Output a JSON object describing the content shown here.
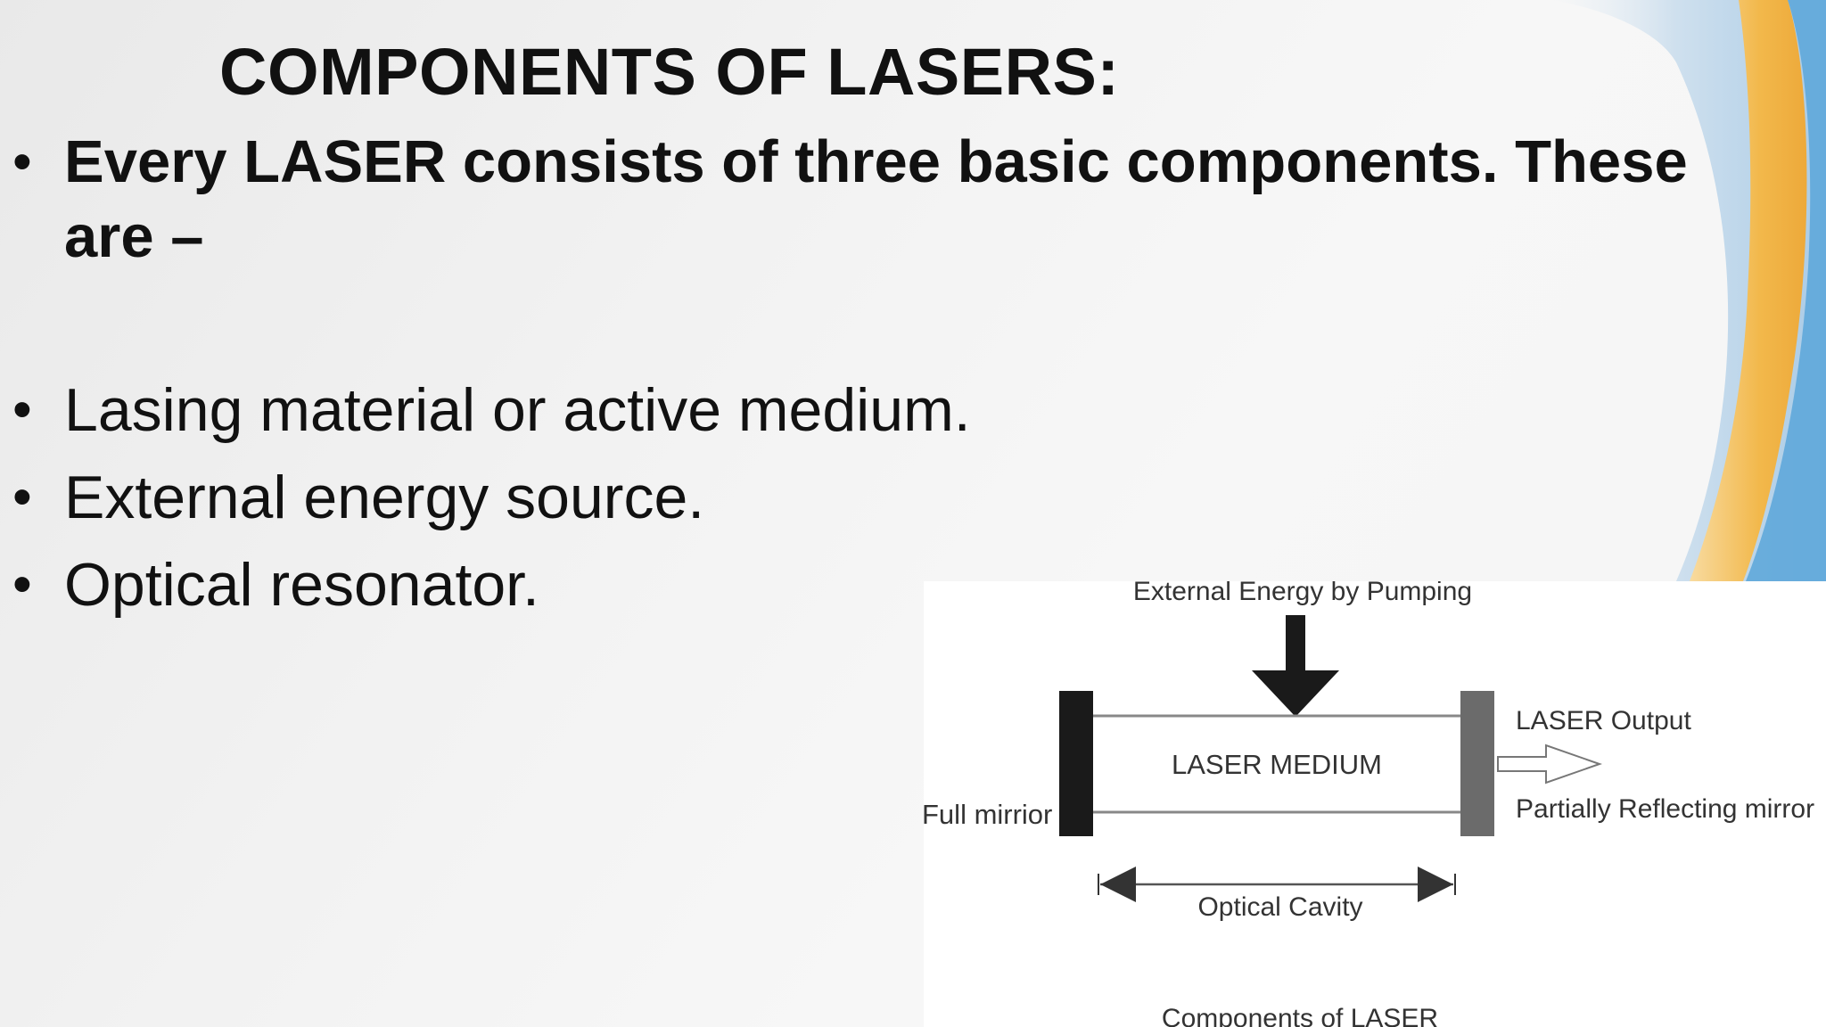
{
  "slide": {
    "title": "COMPONENTS OF LASERS:",
    "intro_bullet": "Every LASER consists of three basic components. These are –",
    "bullet_symbol": "•",
    "bullets": [
      "Lasing material or active medium.",
      "External energy source.",
      "Optical resonator."
    ],
    "accent_colors": {
      "blue": "#bcd6ea",
      "orange": "#f2b84b",
      "light_orange": "#f8dba0"
    }
  },
  "figure": {
    "pump_label": "External Energy by Pumping",
    "output_label": "LASER Output",
    "medium_label": "LASER MEDIUM",
    "full_mirror_label": "Full mirrior",
    "partial_mirror_label": "Partially Reflecting mirror",
    "cavity_label": "Optical Cavity",
    "caption": "Components of LASER"
  }
}
